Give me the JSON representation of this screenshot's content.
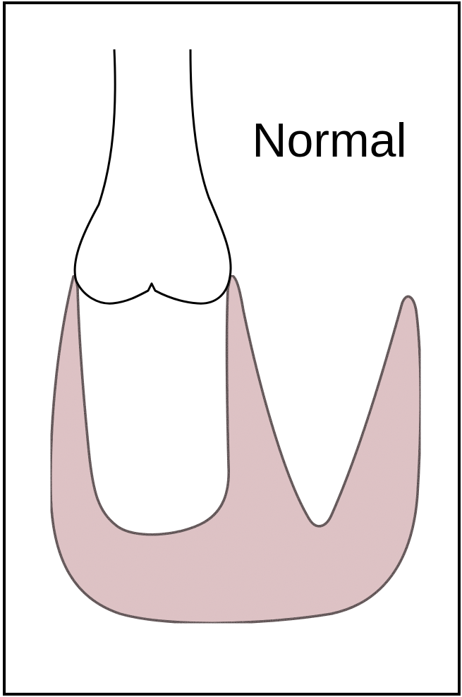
{
  "figure": {
    "label": "Normal",
    "colors": {
      "background": "#ffffff",
      "stroke": "#000000",
      "pouch_fill": "#dcc0c2"
    },
    "parts": [
      "frame",
      "bone",
      "tissue-pouch"
    ]
  }
}
